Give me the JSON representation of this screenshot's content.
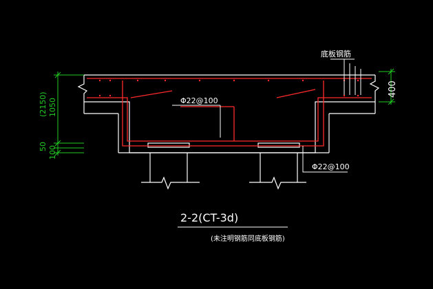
{
  "labels": {
    "base_plate_rebar": "底板钢筋",
    "rebar_top": "Φ22@100",
    "rebar_bottom": "Φ22@100",
    "dim_total": "(2150)",
    "dim_main": "1050",
    "dim_50": "50",
    "dim_100": "100",
    "dim_right": "400",
    "section_title": "2-2(CT-3d)",
    "section_note": "(未注明钢筋同底板钢筋)"
  },
  "colors": {
    "background": "#000000",
    "outline": "#ffffff",
    "rebar": "#ff2a2a",
    "dimension": "#22cc22",
    "text": "#ffffff"
  }
}
